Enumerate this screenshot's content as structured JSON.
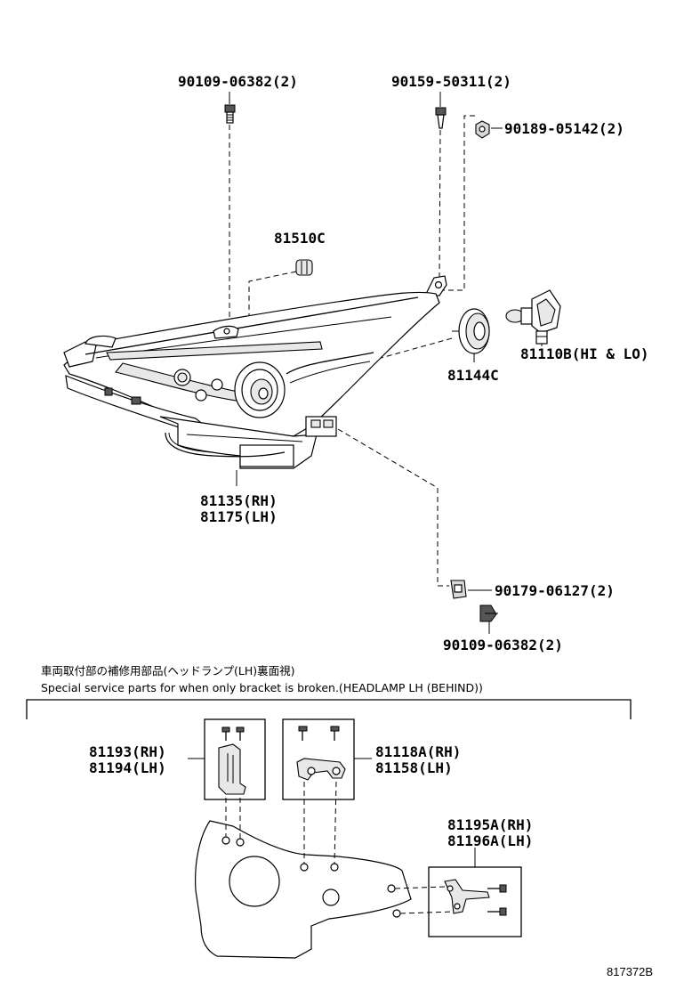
{
  "callouts": {
    "bolt_top_left": "90109-06382(2)",
    "screw_top": "90159-50311(2)",
    "nut_top": "90189-05142(2)",
    "bulb_small": "81510C",
    "bulb_main": "81110B(HI & LO)",
    "cap": "81144C",
    "headlamp_rh": "81135(RH)",
    "headlamp_lh": "81175(LH)",
    "clip_bottom": "90179-06127(2)",
    "bolt_bottom": "90109-06382(2)"
  },
  "repair_kit": {
    "note_jp": "車両取付部の補修用部品(ヘッドランプ(LH)裏面視)",
    "note_en": "Special service parts for when only bracket is broken.(HEADLAMP LH (BEHIND))",
    "kit1_rh": "81193(RH)",
    "kit1_lh": "81194(LH)",
    "kit2_rh": "81118A(RH)",
    "kit2_lh": "81158(LH)",
    "kit3_rh": "81195A(RH)",
    "kit3_lh": "81196A(LH)"
  },
  "figure_ref": "817372B"
}
